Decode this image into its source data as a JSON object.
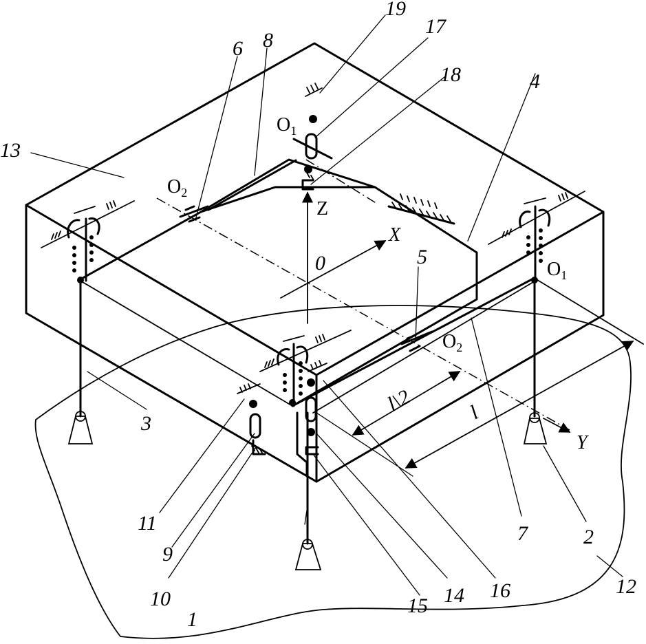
{
  "part_numbers": [
    "1",
    "2",
    "3",
    "4",
    "5",
    "6",
    "7",
    "8",
    "9",
    "10",
    "11",
    "12",
    "13",
    "14",
    "15",
    "16",
    "17",
    "18",
    "19"
  ],
  "axes": {
    "x": "X",
    "y": "Y",
    "z": "Z",
    "origin": "0"
  },
  "points": {
    "o1": "O",
    "o1_sub": "1",
    "o2": "O",
    "o2_sub": "2"
  },
  "dimensions": {
    "half_length": "l\\2",
    "length": "l"
  }
}
